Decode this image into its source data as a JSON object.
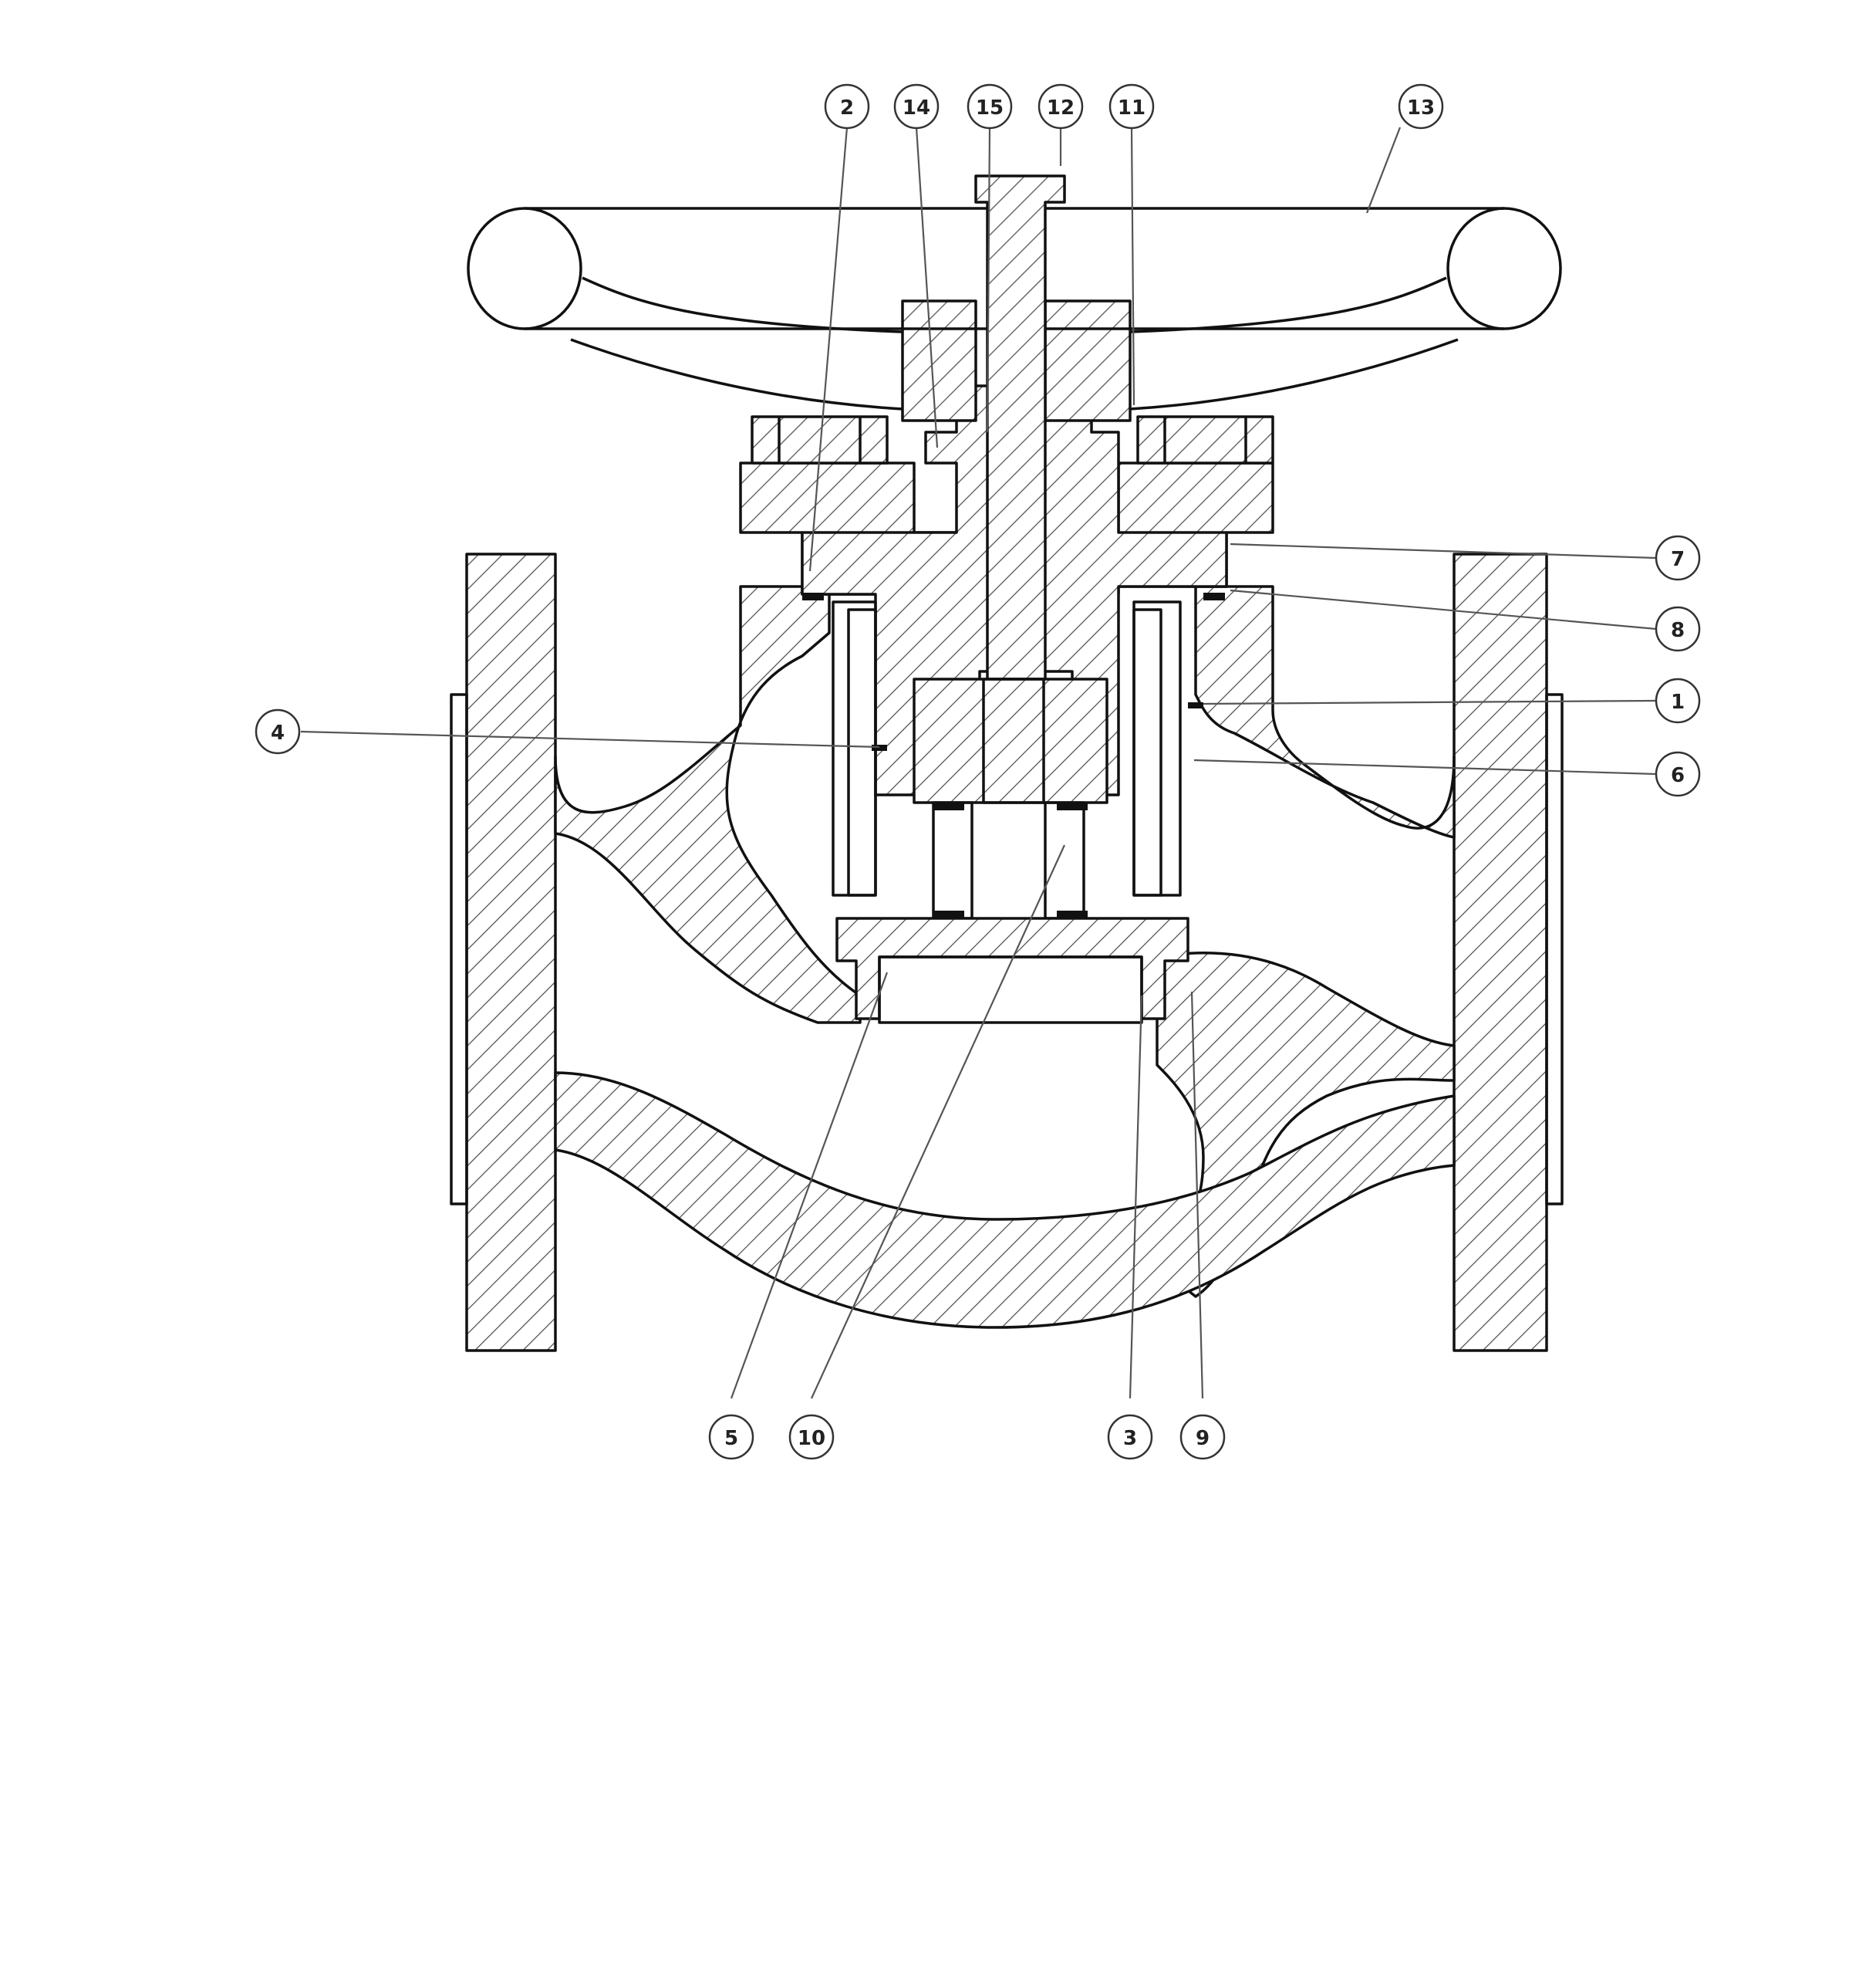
{
  "diagram": {
    "subject": "globe valve cross-section",
    "colors": {
      "line": "#111111",
      "hatch": "#555555",
      "background": "#ffffff",
      "callout_border": "#333333"
    }
  },
  "callouts": [
    {
      "id": "c2",
      "label": "2"
    },
    {
      "id": "c14",
      "label": "14"
    },
    {
      "id": "c15",
      "label": "15"
    },
    {
      "id": "c12",
      "label": "12"
    },
    {
      "id": "c11",
      "label": "11"
    },
    {
      "id": "c13",
      "label": "13"
    },
    {
      "id": "c7",
      "label": "7"
    },
    {
      "id": "c8",
      "label": "8"
    },
    {
      "id": "c1",
      "label": "1"
    },
    {
      "id": "c6",
      "label": "6"
    },
    {
      "id": "c4",
      "label": "4"
    },
    {
      "id": "c5",
      "label": "5"
    },
    {
      "id": "c10",
      "label": "10"
    },
    {
      "id": "c3",
      "label": "3"
    },
    {
      "id": "c9",
      "label": "9"
    }
  ]
}
